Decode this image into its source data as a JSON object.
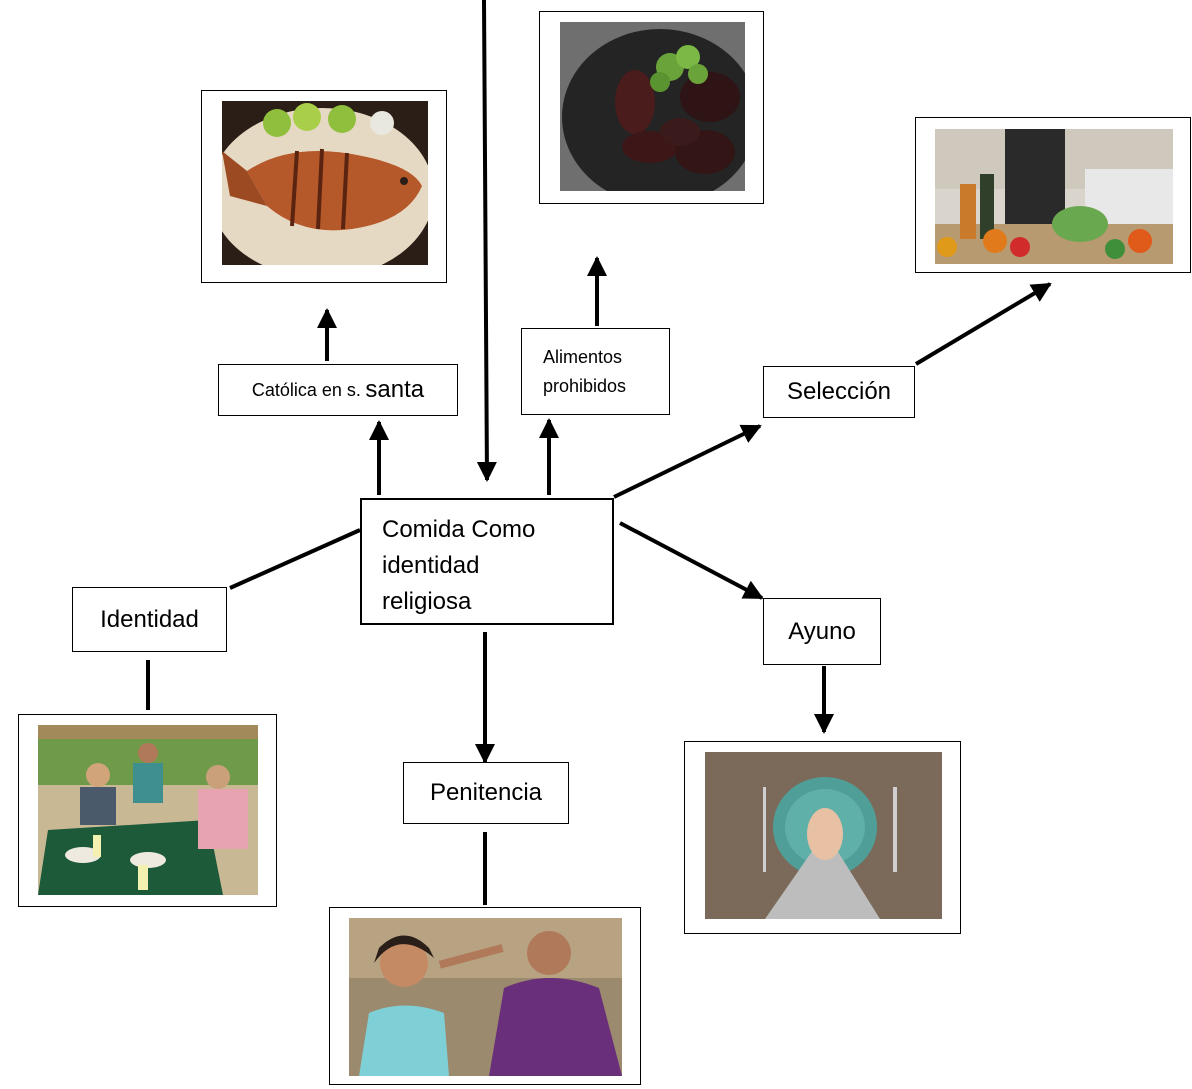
{
  "central": {
    "line1": "Comida Como",
    "line2": "identidad",
    "line3": "religiosa"
  },
  "nodes": {
    "catolica_prefix": "Católica en s.",
    "catolica_suffix": "santa",
    "alimentos_line1": "Alimentos",
    "alimentos_line2": "prohibidos",
    "seleccion": "Selección",
    "ayuno": "Ayuno",
    "penitencia": "Penitencia",
    "identidad": "Identidad"
  },
  "colors": {
    "line": "#000000",
    "fish": "#b5582a",
    "dark_plate": "#2b2b2b",
    "table_green": "#1d5a3a",
    "teal_plate": "#5fb0a8",
    "purple_robe": "#6a2f7a",
    "wood": "#7b6a5a"
  },
  "images": {
    "fish": "fried-fish-plate-image",
    "sausages": "blood-sausages-plate-image",
    "kitchen": "cooking-vegetables-image",
    "fasting": "empty-plate-hands-image",
    "ashes": "ash-wednesday-image",
    "dining": "people-dining-image"
  }
}
